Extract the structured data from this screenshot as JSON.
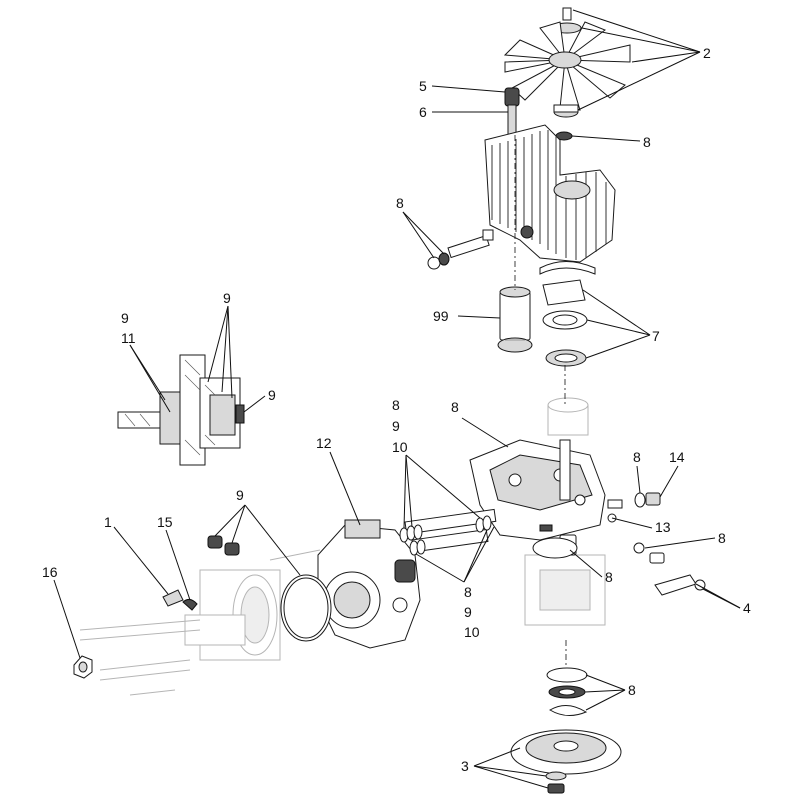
{
  "callouts": {
    "c1": "1",
    "c2": "2",
    "c3": "3",
    "c4": "4",
    "c5": "5",
    "c6": "6",
    "c7": "7",
    "c8": "8",
    "c9": "9",
    "c10": "10",
    "c11": "11",
    "c12": "12",
    "c13": "13",
    "c14": "14",
    "c15": "15",
    "c16": "16",
    "c99": "99"
  },
  "colors": {
    "line": "#111111",
    "shade": "#d9d9d9",
    "ghost": "#b5b5b5"
  }
}
